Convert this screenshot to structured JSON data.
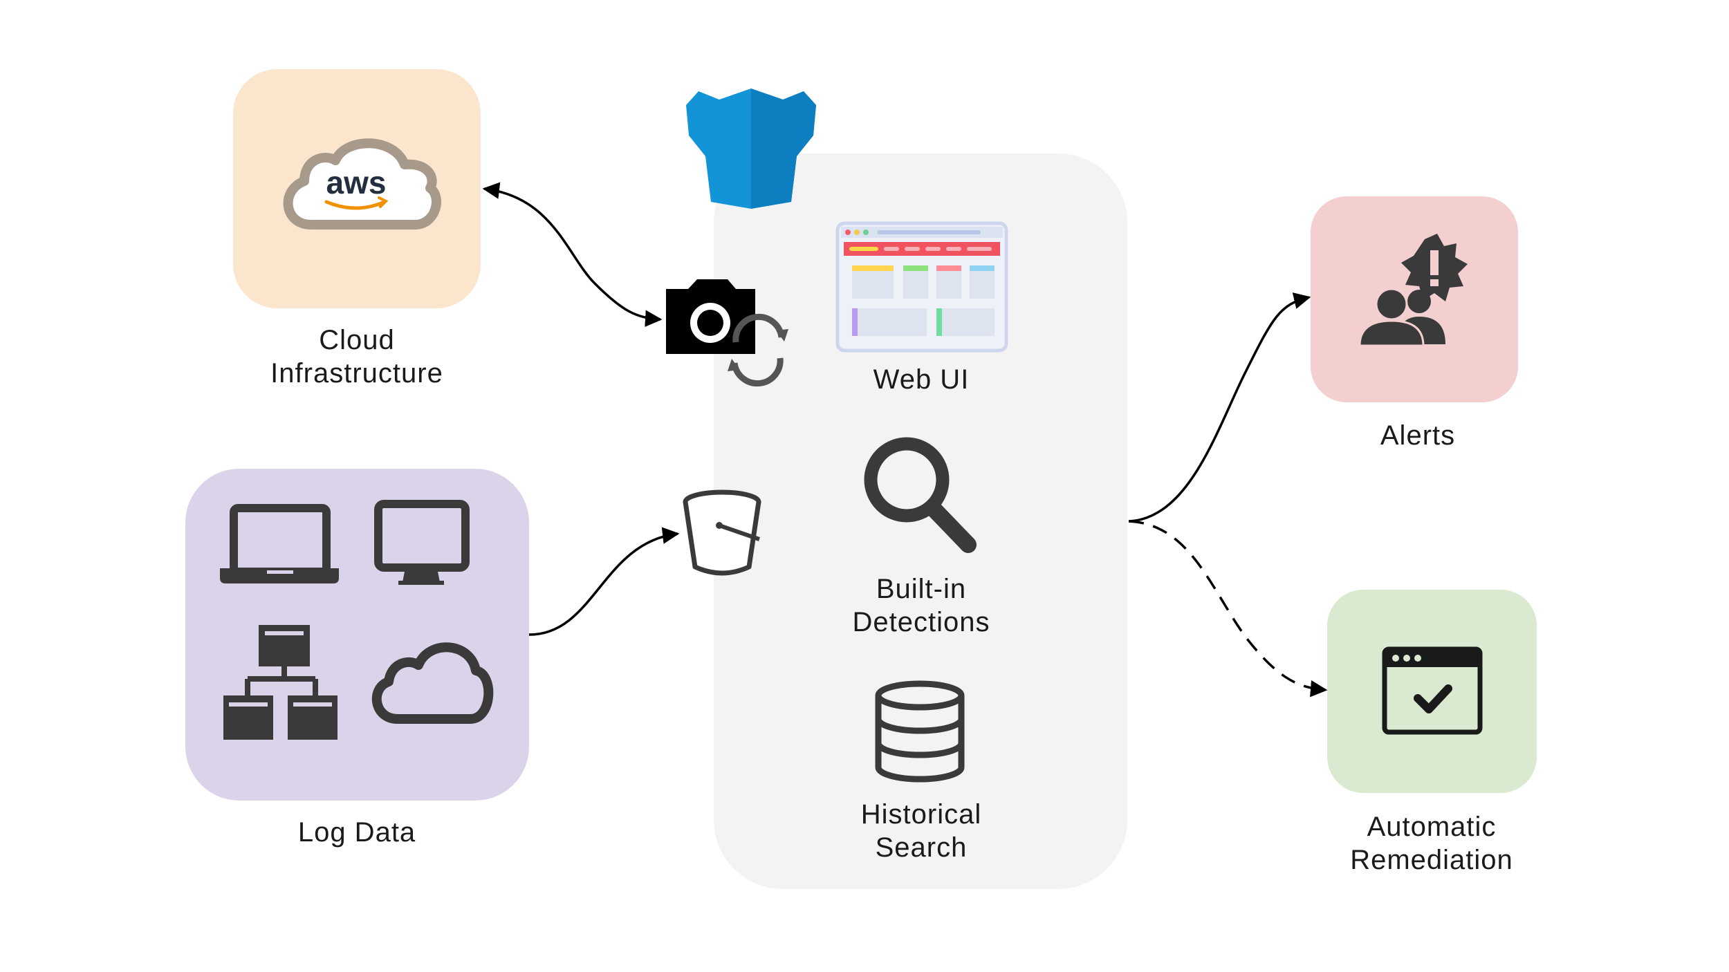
{
  "diagram": {
    "cloud": {
      "logo_text": "aws",
      "label_lines": [
        "Cloud",
        "Infrastructure"
      ],
      "bg": "#fbe5cc"
    },
    "logs": {
      "label": "Log Data",
      "bg": "#dbd3e9",
      "icons": [
        "laptop-icon",
        "monitor-icon",
        "network-icon",
        "cloud-icon"
      ]
    },
    "hub": {
      "bg": "#f3f3f3",
      "brand_color": "#1294d6",
      "items": [
        {
          "icon": "web-ui-icon",
          "label_lines": [
            "Web UI"
          ]
        },
        {
          "icon": "magnifier-icon",
          "label_lines": [
            "Built-in",
            "Detections"
          ]
        },
        {
          "icon": "database-icon",
          "label_lines": [
            "Historical",
            "Search"
          ]
        }
      ]
    },
    "connectors": {
      "snapshot_icon": "camera-sync-icon",
      "bucket_icon": "bucket-icon"
    },
    "alerts": {
      "label": "Alerts",
      "bg": "#f3cfcf"
    },
    "remediation": {
      "label_lines": [
        "Automatic",
        "Remediation"
      ],
      "bg": "#d9ead1"
    }
  }
}
